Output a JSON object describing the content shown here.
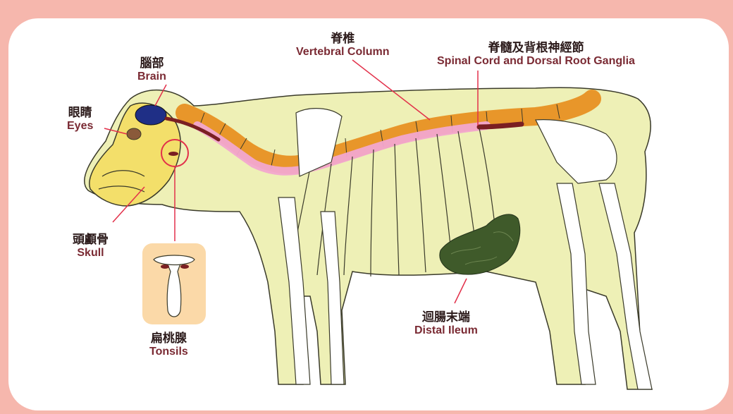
{
  "labels": {
    "brain": {
      "zh": "腦部",
      "en": "Brain"
    },
    "eyes": {
      "zh": "眼睛",
      "en": "Eyes"
    },
    "skull": {
      "zh": "頭顱骨",
      "en": "Skull"
    },
    "tonsils": {
      "zh": "扁桃腺",
      "en": "Tonsils"
    },
    "vertebral": {
      "zh": "脊椎",
      "en": "Vertebral Column"
    },
    "spinal": {
      "zh": "脊髓及背根神經節",
      "en": "Spinal Cord and Dorsal Root Ganglia"
    },
    "ileum": {
      "zh": "迴腸末端",
      "en": "Distal Ileum"
    }
  },
  "colors": {
    "background": "#f6b7ad",
    "body": "#eef0b6",
    "skull": "#f3df6a",
    "vertebrae": "#e8962a",
    "spinal_cord": "#7a1f22",
    "vertebral_highlight": "#f2a6cf",
    "brain": "#1f2f86",
    "eye": "#8a5a3a",
    "ileum": "#3f5a2a",
    "label_en": "#7a2a33",
    "pointer": "#e2304a"
  }
}
